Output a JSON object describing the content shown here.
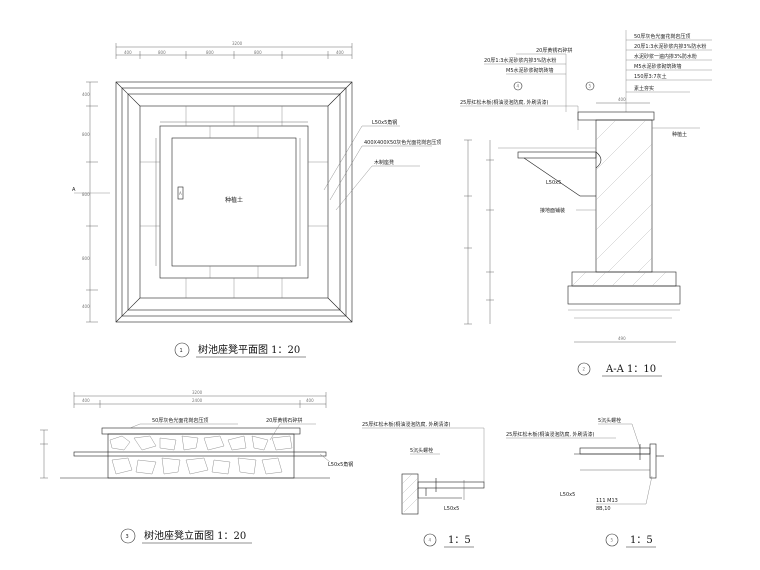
{
  "plan": {
    "title": "树池座凳平面图 1：20",
    "number": "1",
    "center_label": "种植土",
    "callouts": [
      "L50x5角钢",
      "400X400X50灰色光面花岗岩压顶",
      "木制座凳"
    ],
    "section_mark_left": "A",
    "section_mark_right": "A",
    "dims_top": [
      "3200",
      "400",
      "800",
      "800",
      "800",
      "400"
    ],
    "dims_left": [
      "400",
      "800",
      "800",
      "800",
      "400"
    ]
  },
  "section": {
    "title": "A-A 1：10",
    "number": "2",
    "callouts_right": [
      "50厚灰色光面花岗岩压顶",
      "20厚1:3水泥砂浆内掺3%防水粉",
      "水泥砂浆一遍内掺3%防水粉",
      "M5水泥砂浆砌筑砖墙",
      "150厚3:7灰土",
      "素土夯实"
    ],
    "callouts_left": [
      "20厚黄锈石碎拼",
      "20厚1:3水泥砂浆内掺3%防水粉",
      "M5水泥砂浆砌筑砖墙"
    ],
    "wood_note": "25厚红松木板(桐油浸泡防腐, 外刷清漆)",
    "planting_label": "种植土",
    "angle_label": "L50x5",
    "ground_label": "接地面铺装",
    "detail_refs": [
      "4",
      "5"
    ],
    "dim_width": "490",
    "dim_top": "400"
  },
  "elevation": {
    "title": "树池座凳立面图 1：20",
    "number": "3",
    "callouts": [
      "50厚灰色光面花岗岩压顶",
      "20厚黄锈石碎拼",
      "L50x5角钢"
    ],
    "dims_top": [
      "3200",
      "400",
      "2400",
      "400"
    ]
  },
  "detail4": {
    "title": "1：5",
    "number": "4",
    "wood_note": "25厚红松木板(桐油浸泡防腐, 外刷清漆)",
    "bolt": "5沉头螺栓",
    "angle": "L50x5"
  },
  "detail5": {
    "title": "1：5",
    "number": "5",
    "bolt": "5沉头螺栓",
    "wood_note": "25厚红松木板(桐油浸泡防腐, 外刷清漆)",
    "angle": "L50x5",
    "bolt_spec_1": "111 M13",
    "bolt_spec_2": "8B,10"
  }
}
